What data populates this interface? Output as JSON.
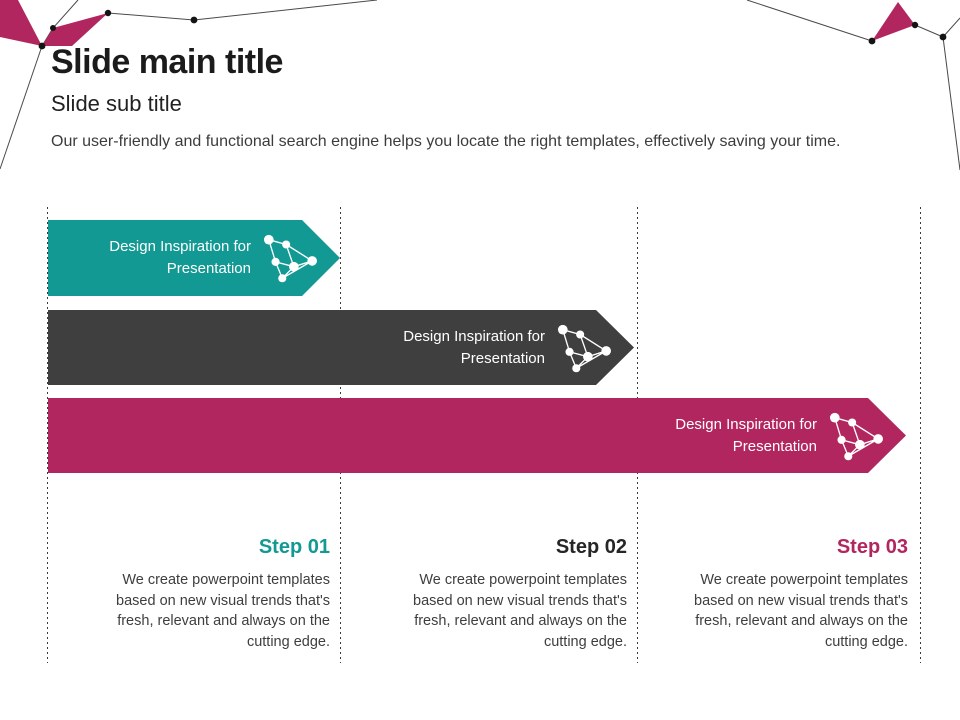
{
  "header": {
    "title": "Slide main title",
    "subtitle": "Slide sub title",
    "description": "Our user-friendly and functional search engine helps you locate the right templates, effectively saving your time."
  },
  "banners": [
    {
      "line1": "Design Inspiration for",
      "line2": "Presentation",
      "color": "#129993",
      "icon": "network-nodes-icon"
    },
    {
      "line1": "Design Inspiration for",
      "line2": "Presentation",
      "color": "#3f3f40",
      "icon": "network-nodes-icon"
    },
    {
      "line1": "Design Inspiration for",
      "line2": "Presentation",
      "color": "#b2265f",
      "icon": "network-nodes-icon"
    }
  ],
  "steps": [
    {
      "label": "Step 01",
      "color": "#129993",
      "lines": [
        "We create powerpoint templates",
        "based on new visual trends that's",
        "fresh, relevant and always on the",
        "cutting edge."
      ]
    },
    {
      "label": "Step 02",
      "color": "#262626",
      "lines": [
        "We create powerpoint templates",
        "based on new visual trends that's",
        "fresh, relevant and always on the",
        "cutting edge."
      ]
    },
    {
      "label": "Step 03",
      "color": "#b2265f",
      "lines": [
        "We create powerpoint templates",
        "based on new visual trends that's",
        "fresh, relevant and always on the",
        "cutting edge."
      ]
    }
  ],
  "decoration": {
    "accent_color": "#b2265f",
    "line_color": "#4a4a4a",
    "elements": [
      "polygon-decoration-left",
      "polygon-decoration-right",
      "network-nodes-icon"
    ]
  }
}
